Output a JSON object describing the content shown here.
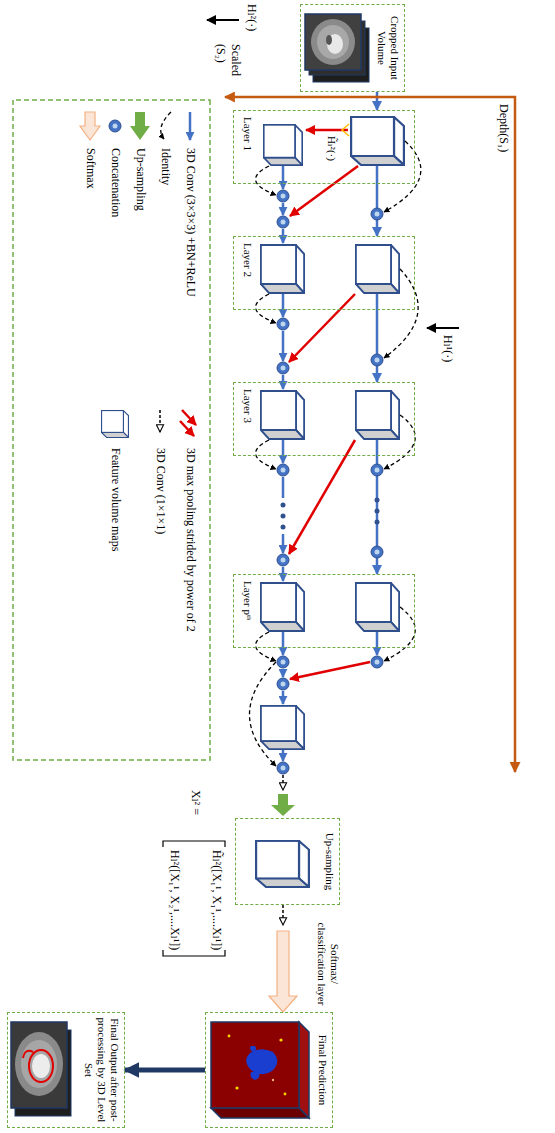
{
  "diagram": {
    "nodes": [
      {
        "text": [
          "Cropped Input Volume"
        ]
      },
      {
        "text": [
          "Layer 1"
        ]
      },
      {
        "text": [
          "Layer 2"
        ]
      },
      {
        "text": [
          "Layer 3"
        ]
      },
      {
        "text": [
          "Layer pᵗʰ"
        ]
      },
      {
        "text": [
          "Up-sampling"
        ]
      },
      {
        "text": [
          "Final Prediction"
        ]
      },
      {
        "text": [
          "Final Output after post-processing by 3D Level Set"
        ]
      }
    ],
    "edges": [
      {
        "from": 0,
        "to": 1,
        "arrow": "to"
      },
      {
        "from": 1,
        "to": 2,
        "arrow": "to"
      },
      {
        "from": 2,
        "to": 3,
        "arrow": "to"
      },
      {
        "from": 3,
        "to": 4,
        "arrow": "to"
      },
      {
        "from": 5,
        "to": 6,
        "label": "Softmax/ classification layer",
        "arrow": "to"
      },
      {
        "from": 6,
        "to": 7,
        "arrow": "to"
      }
    ],
    "labels": [
      "Depth(S₁)",
      "Hₗ²(·)",
      "Scaled (S₂)",
      "Hₗ¹(·)",
      "H̃ₗ²(·)",
      "Xₗ² =",
      "H̃ₗ²([X₁¹, X₁¹,....Xₗ¹])",
      "Hₗ²([X₁¹, X₂¹,....Xₗ¹])"
    ],
    "legend": [
      {
        "text": "3D Conv (3×3×3) +BN+ReLU"
      },
      {
        "text": "Identity"
      },
      {
        "text": "Up-sampling"
      },
      {
        "text": "Concatenation"
      },
      {
        "text": "Softmax"
      },
      {
        "text": "3D max pooling strided by power of 2"
      },
      {
        "text": "3D Conv (1×1×1)"
      },
      {
        "text": "Feature volume maps"
      }
    ]
  }
}
